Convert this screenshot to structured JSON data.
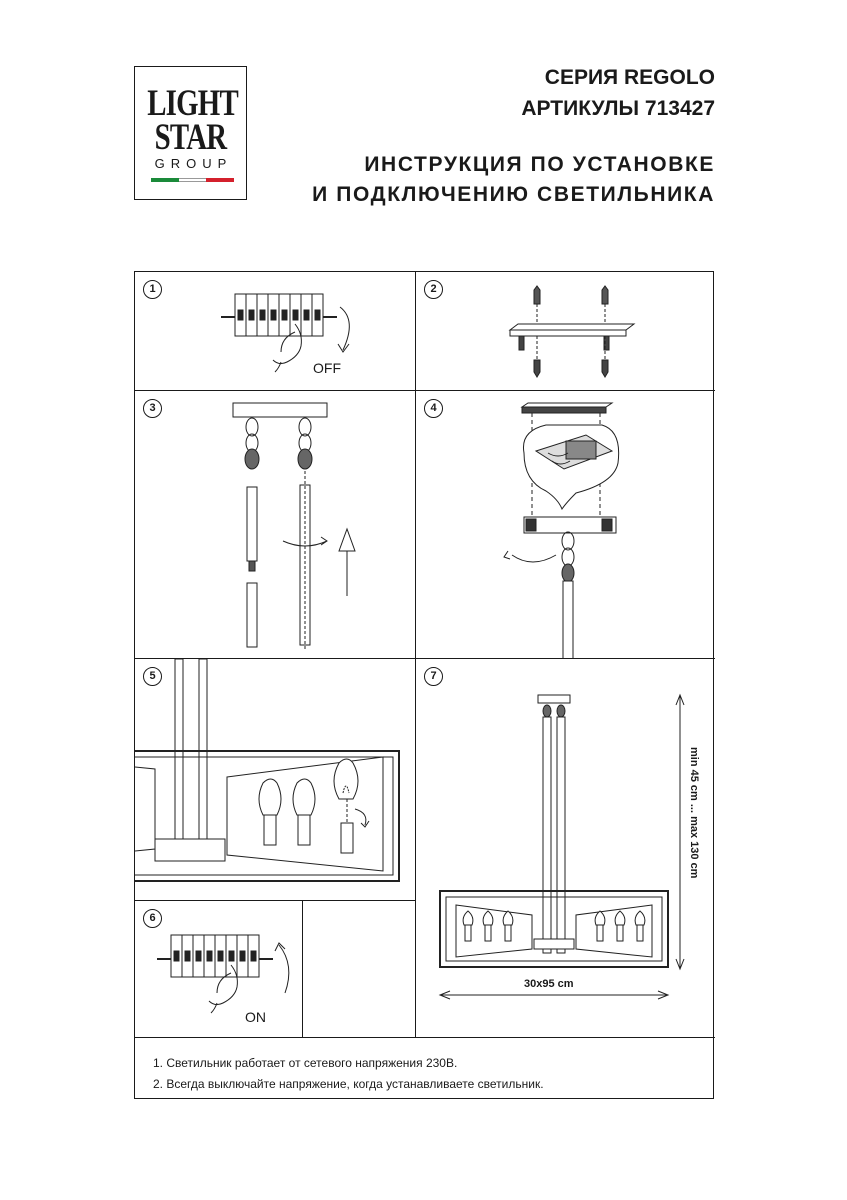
{
  "logo": {
    "line1": "LIGHT",
    "line2": "STAR",
    "line3": "GROUP",
    "flag_colors": [
      "#1a8a3a",
      "#ffffff",
      "#d4202c"
    ]
  },
  "header": {
    "series": "СЕРИЯ REGOLO",
    "articles": "АРТИКУЛЫ 713427",
    "title_line1": "ИНСТРУКЦИЯ ПО УСТАНОВКЕ",
    "title_line2": "И ПОДКЛЮЧЕНИЮ СВЕТИЛЬНИКА"
  },
  "steps": {
    "s1": {
      "num": "1",
      "label": "OFF"
    },
    "s2": {
      "num": "2"
    },
    "s3": {
      "num": "3"
    },
    "s4": {
      "num": "4"
    },
    "s5": {
      "num": "5"
    },
    "s6": {
      "num": "6",
      "label": "ON"
    },
    "s7": {
      "num": "7",
      "height": "min 45 cm ... max 130 cm",
      "width": "30x95 cm"
    }
  },
  "notes": {
    "n1": "1. Светильник работает от сетевого напряжения 230В.",
    "n2": "2. Всегда выключайте напряжение, когда устанавливаете светильник."
  }
}
